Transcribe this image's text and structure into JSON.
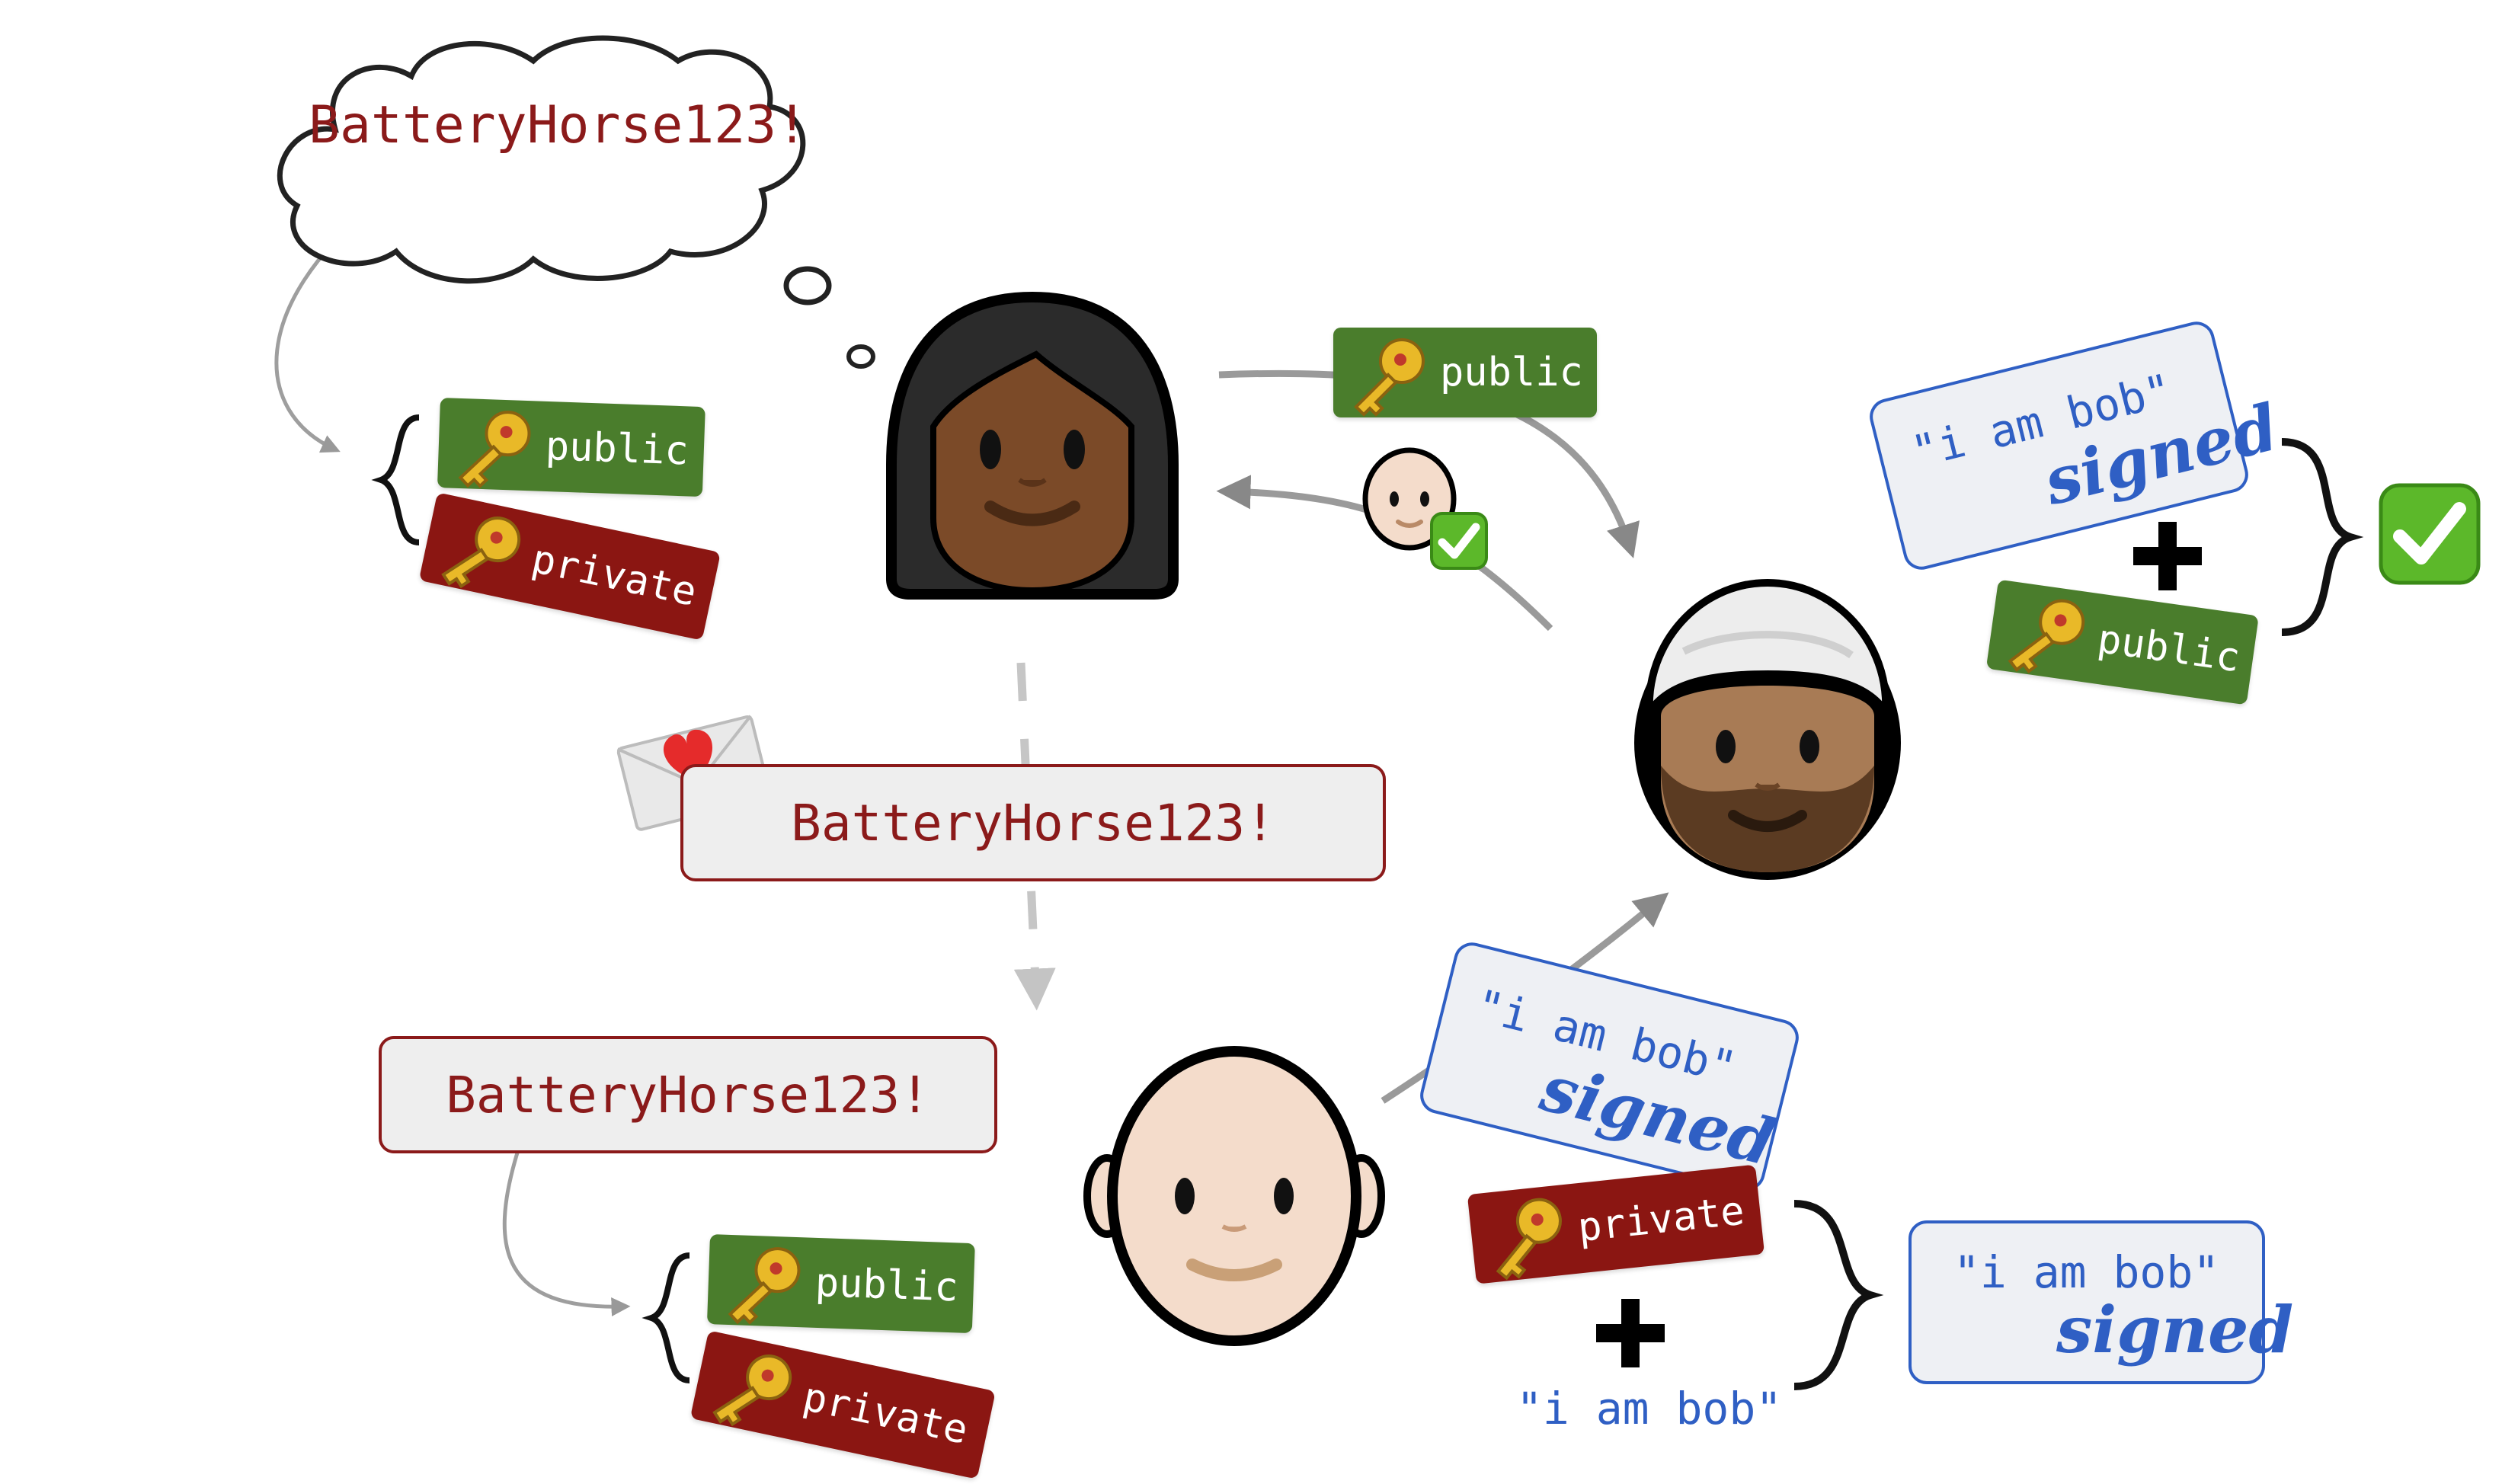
{
  "alice": {
    "thought_password": "BatteryHorse123!",
    "public_label": "public",
    "private_label": "private"
  },
  "message": {
    "password": "BatteryHorse123!"
  },
  "bob": {
    "password_box": "BatteryHorse123!",
    "public_label": "public",
    "private_label": "private",
    "signed_card": {
      "quote": "\"i am bob\"",
      "signed": "signed"
    },
    "private_tag_label": "private",
    "plain_quote": "\"i am bob\"",
    "result_card": {
      "quote": "\"i am bob\"",
      "signed": "signed"
    }
  },
  "verifier": {
    "incoming_public_label": "public",
    "check_card": {
      "quote": "\"i am bob\"",
      "signed": "signed"
    },
    "check_public_label": "public"
  },
  "colors": {
    "public_green": "#4a7d2c",
    "private_red": "#8b1612",
    "password_red": "#8b1a1a",
    "signature_blue": "#2f5fc4",
    "check_green": "#5cb82a"
  },
  "icons": [
    "thought-bubble",
    "woman-face-icon",
    "man-turban-face-icon",
    "bald-man-face-icon",
    "key-icon",
    "love-letter-icon",
    "check-mark-button-icon",
    "plus-icon",
    "curly-brace-icon"
  ]
}
